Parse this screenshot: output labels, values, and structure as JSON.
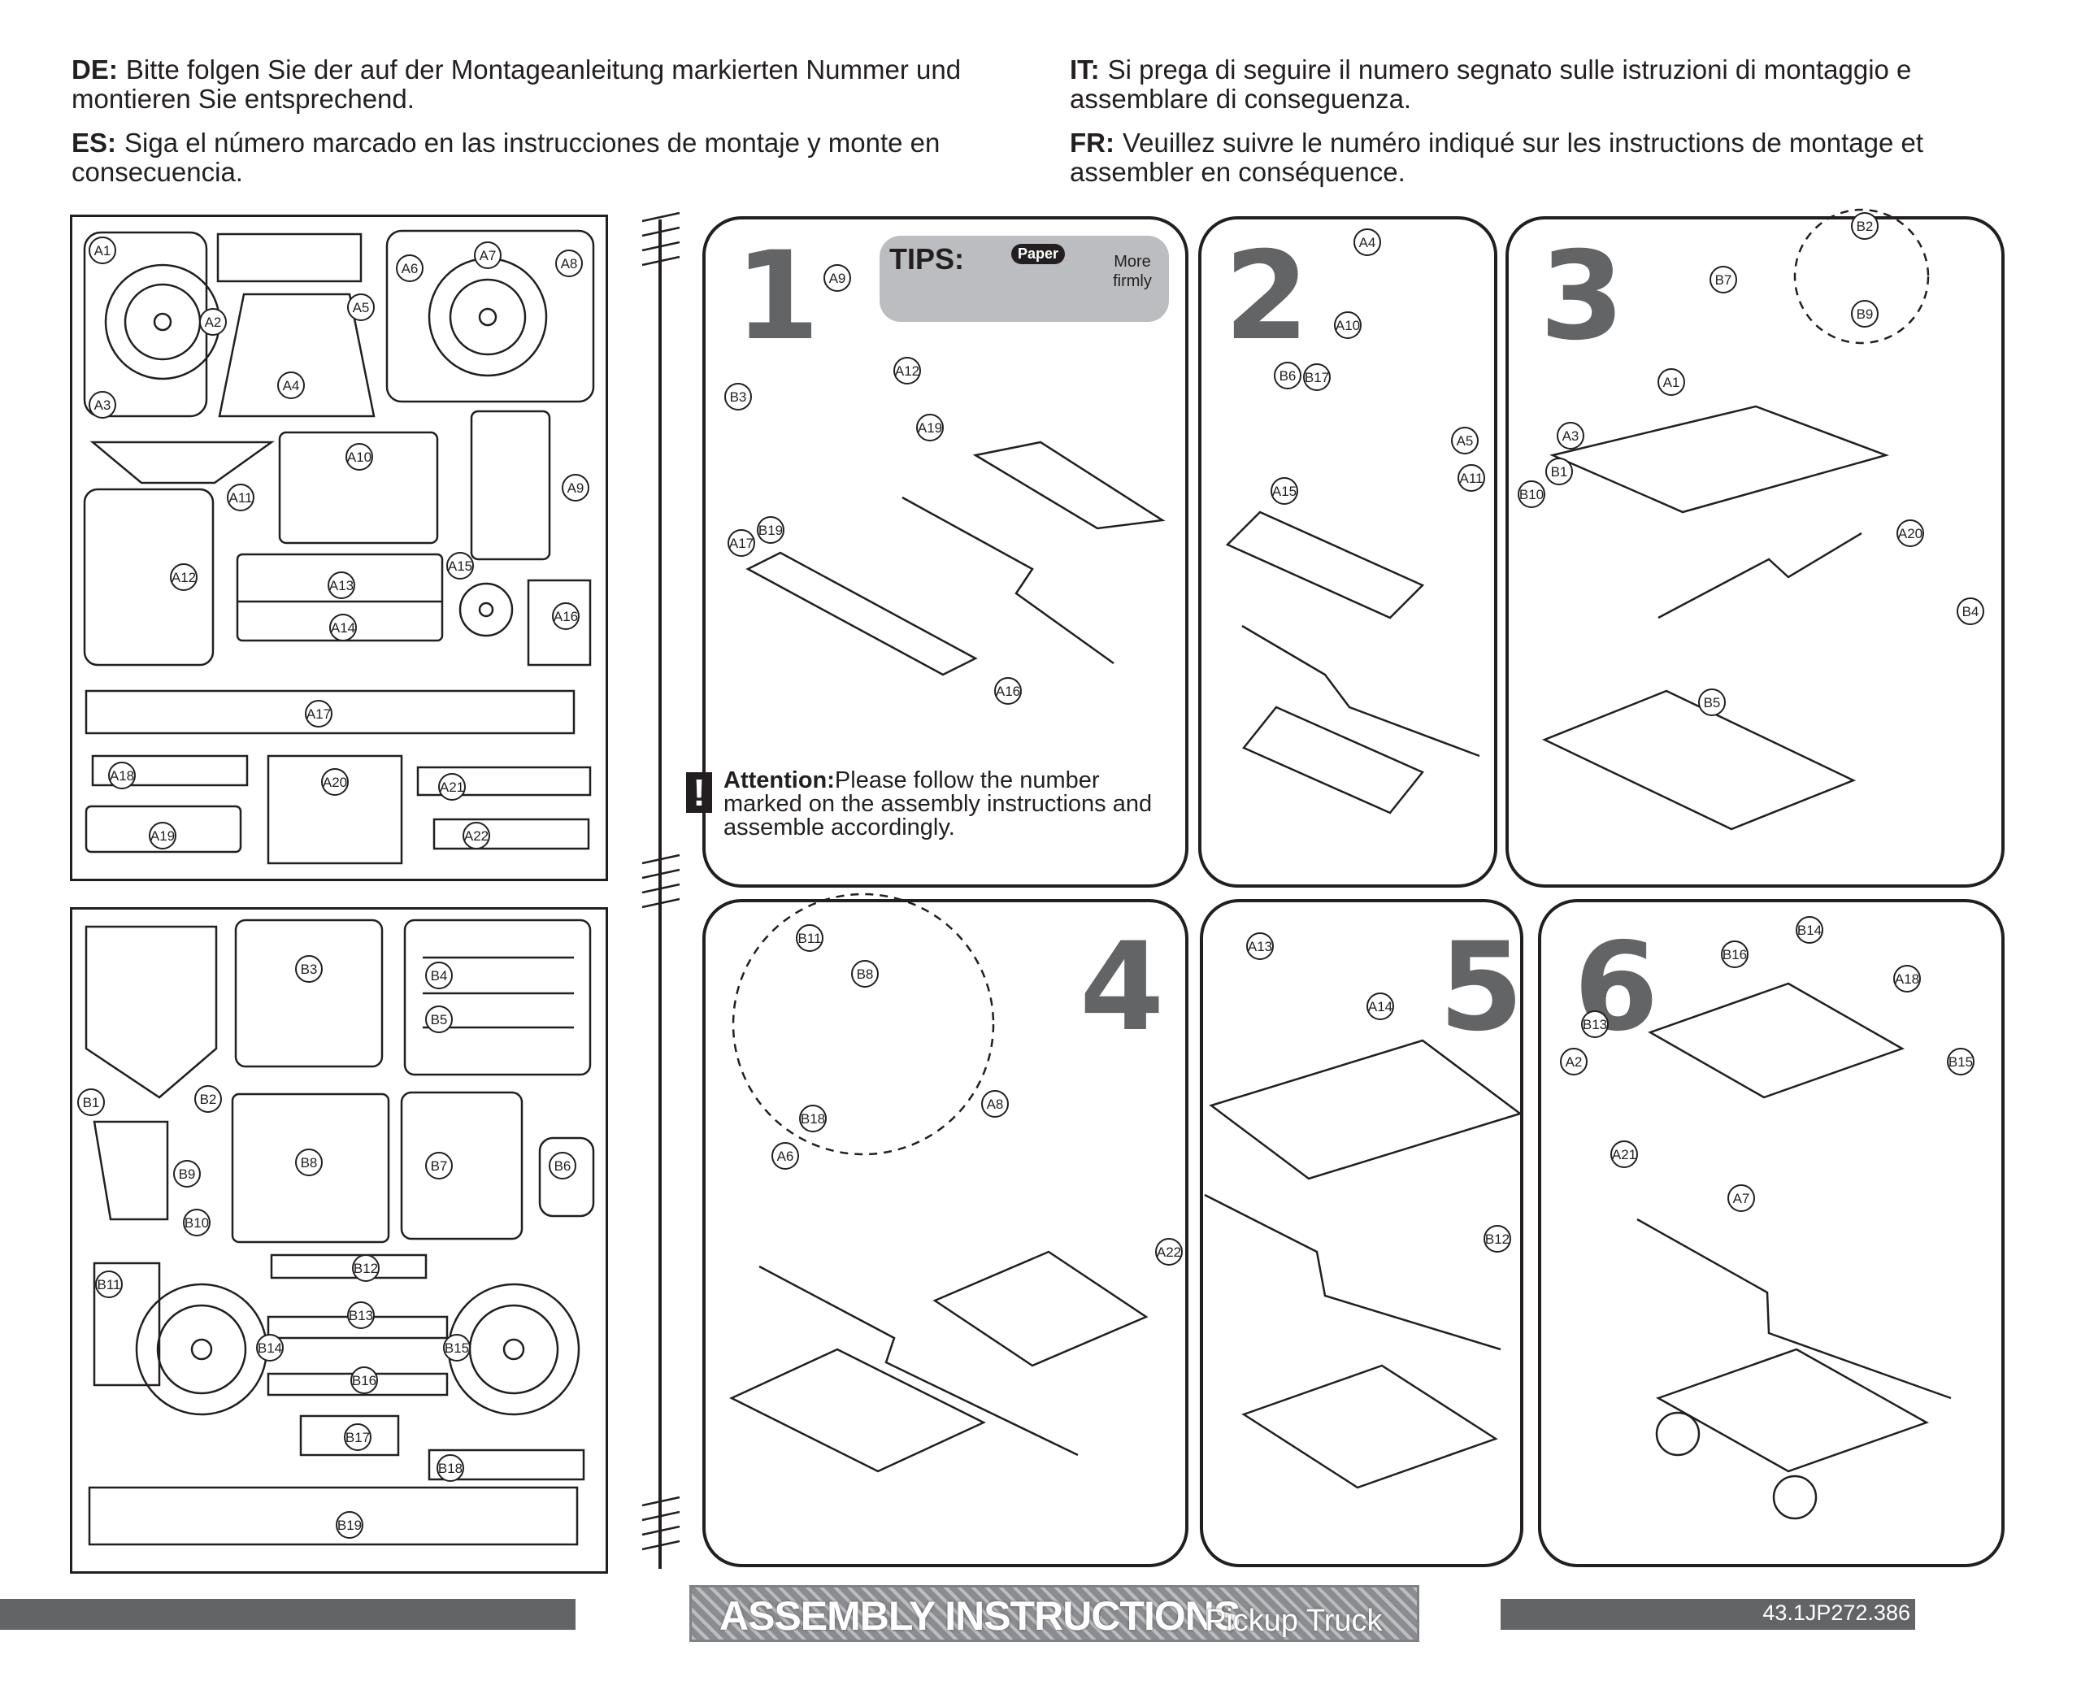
{
  "intro": {
    "de": {
      "code": "DE:",
      "text": "Bitte folgen Sie der auf der Montageanleitung markierten Nummer und montieren Sie entsprechend."
    },
    "es": {
      "code": "ES:",
      "text": "Siga el número marcado en las instrucciones de montaje y monte en consecuencia."
    },
    "it": {
      "code": "IT:",
      "text": "Si prega di seguire il numero segnato sulle istruzioni di montaggio e assemblare di conseguenza."
    },
    "fr": {
      "code": "FR:",
      "text": "Veuillez suivre le numéro indiqué sur les instructions de montage et assembler en conséquence."
    }
  },
  "sheet_a_labels": [
    "A1",
    "A2",
    "A3",
    "A4",
    "A5",
    "A6",
    "A7",
    "A8",
    "A9",
    "A10",
    "A11",
    "A12",
    "A13",
    "A14",
    "A15",
    "A16",
    "A17",
    "A18",
    "A19",
    "A20",
    "A21",
    "A22"
  ],
  "sheet_b_labels": [
    "B1",
    "B2",
    "B3",
    "B4",
    "B5",
    "B6",
    "B7",
    "B8",
    "B9",
    "B10",
    "B11",
    "B12",
    "B13",
    "B14",
    "B15",
    "B16",
    "B17",
    "B18",
    "B19"
  ],
  "steps": [
    {
      "number": "1",
      "parts": [
        "A9",
        "A12",
        "B3",
        "A19",
        "B19",
        "A17",
        "A16"
      ]
    },
    {
      "number": "2",
      "parts": [
        "A4",
        "A10",
        "B6",
        "B17",
        "A5",
        "A15",
        "A11"
      ]
    },
    {
      "number": "3",
      "parts": [
        "B2",
        "B7",
        "B9",
        "A1",
        "A3",
        "B1",
        "B10",
        "A20",
        "B4",
        "B5"
      ]
    },
    {
      "number": "4",
      "parts": [
        "B11",
        "B8",
        "B18",
        "A8",
        "A6",
        "A22"
      ]
    },
    {
      "number": "5",
      "parts": [
        "A13",
        "A14",
        "B12"
      ]
    },
    {
      "number": "6",
      "parts": [
        "B14",
        "B16",
        "A18",
        "B13",
        "A2",
        "B15",
        "A21",
        "A7"
      ]
    }
  ],
  "tips": {
    "title": "TIPS:",
    "paper": "Paper",
    "more": "More firmly"
  },
  "attention": {
    "label": "Attention:",
    "text": "Please follow the number marked on the assembly instructions and assemble accordingly."
  },
  "footer": {
    "title": "ASSEMBLY INSTRUCTIONS",
    "subtitle": "Pickup Truck",
    "code": "43.1JP272.386"
  },
  "colors": {
    "ink": "#231f20",
    "gray": "#636466",
    "light_gray": "#bcbdc0"
  }
}
